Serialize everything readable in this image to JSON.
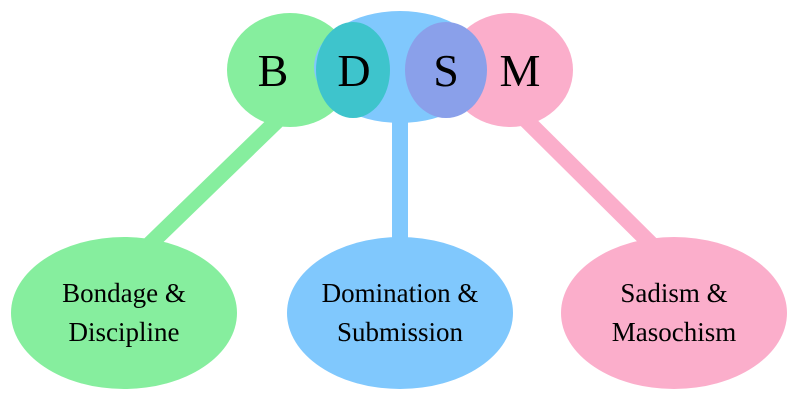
{
  "colors": {
    "green": "#86ee9e",
    "blue": "#80c8fd",
    "pink": "#fbaecb",
    "green_blue_overlap": "#3ec4cc",
    "blue_pink_overlap": "#8aa0ea",
    "background": "#ffffff"
  },
  "top": {
    "letters": [
      "B",
      "D",
      "S",
      "M"
    ]
  },
  "nodes": [
    {
      "line1": "Bondage &",
      "line2": "Discipline",
      "color": "green"
    },
    {
      "line1": "Domination &",
      "line2": "Submission",
      "color": "blue"
    },
    {
      "line1": "Sadism &",
      "line2": "Masochism",
      "color": "pink"
    }
  ]
}
